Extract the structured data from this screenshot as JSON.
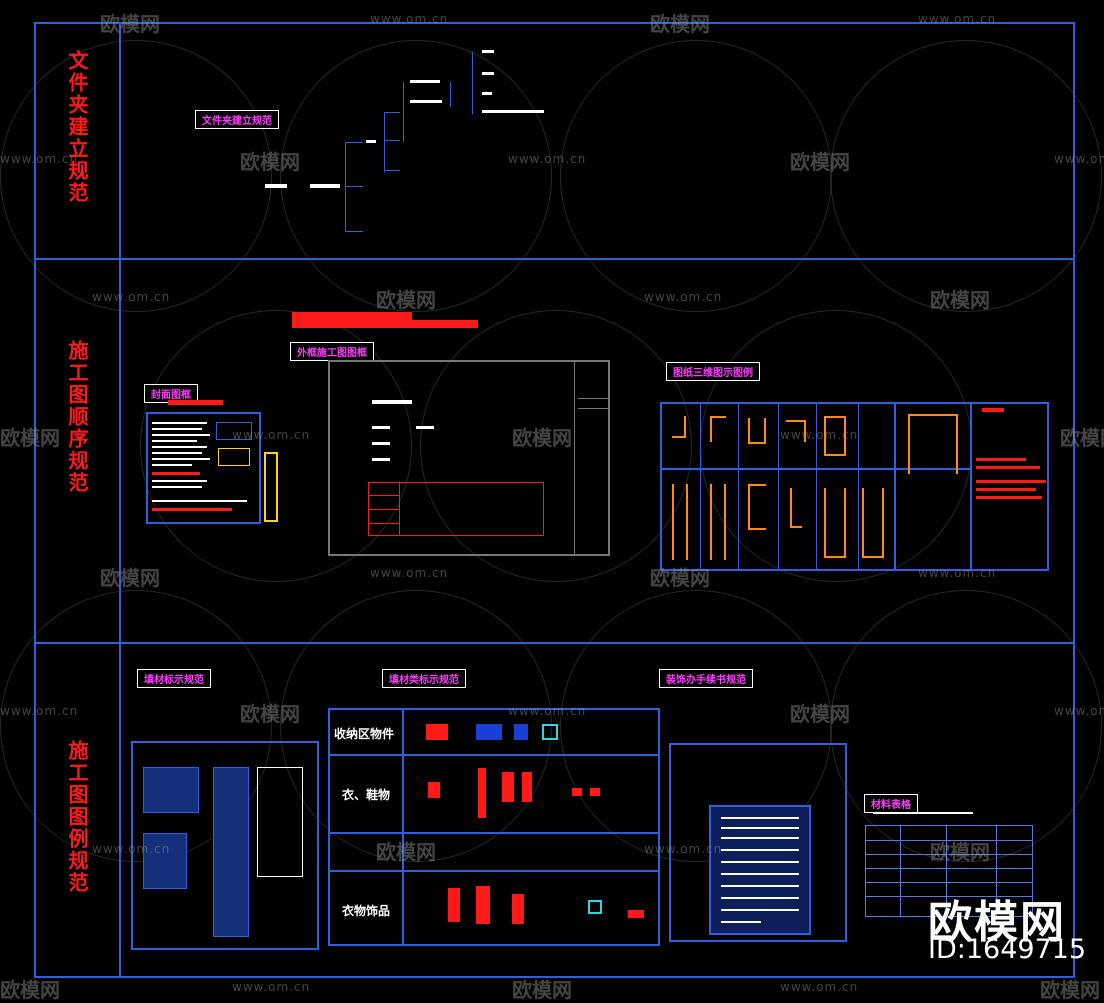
{
  "sections": [
    {
      "title": "文件夹建立规范"
    },
    {
      "title": "施工图顺序规范"
    },
    {
      "title": "施工图图例规范"
    }
  ],
  "tags": {
    "folder_tag": "文件夹建立规范",
    "order_title_tag": "外框施工图图框",
    "order_left_tag": "封面图框",
    "order_right_tag": "图纸三维图示图例",
    "legend_tag1": "填材标示规范",
    "legend_tag2": "填材类标示规范",
    "legend_tag3": "装饰办手续书规范",
    "legend_tag4": "材料表格"
  },
  "legend_rows": [
    "收纳区物件",
    "衣、鞋物",
    "衣物饰品"
  ],
  "watermark": {
    "logo": "欧模网",
    "url": "www.om.cn"
  },
  "brand": {
    "logo": "欧模网",
    "id": "ID:1649715"
  }
}
